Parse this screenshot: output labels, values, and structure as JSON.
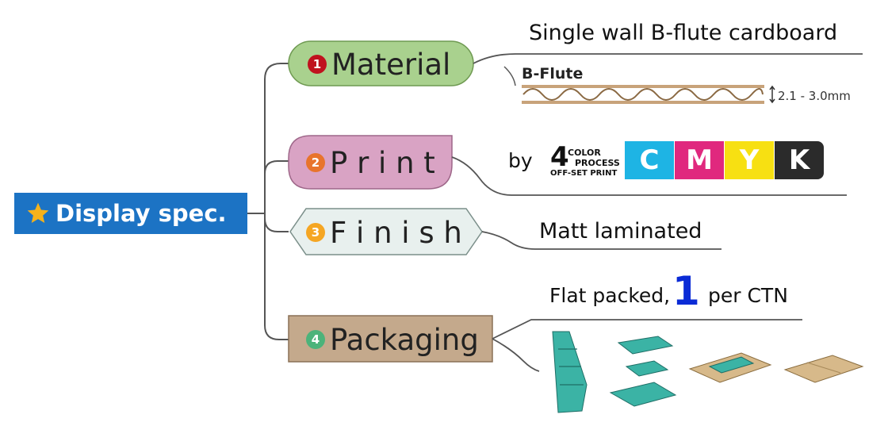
{
  "root": {
    "label": "Display spec.",
    "icon": "star-icon",
    "color": "#1c73c4"
  },
  "branches": [
    {
      "number": "1",
      "label": "Material",
      "number_color": "#c0121e",
      "fill": "#a9d18e",
      "detail": "Single wall B-flute cardboard"
    },
    {
      "number": "2",
      "label": "P r i n t",
      "number_color": "#e8742c",
      "fill": "#d9a3c4"
    },
    {
      "number": "3",
      "label": "F i n i s h",
      "number_color": "#f5a623",
      "fill": "#e8f0ee",
      "detail": "Matt laminated"
    },
    {
      "number": "4",
      "label": "Packaging",
      "number_color": "#4cb37a",
      "fill": "#c4a98c",
      "detail_prefix": "Flat packed,",
      "detail_number": "1",
      "detail_suffix": "per CTN"
    }
  ],
  "flute": {
    "title": "B-Flute",
    "thickness": "2.1 - 3.0mm"
  },
  "print_detail": {
    "by": "by",
    "badge_number": "4",
    "badge_line1": "COLOR",
    "badge_line2": "PROCESS",
    "badge_line3": "OFF-SET PRINT",
    "tiles": [
      {
        "letter": "C",
        "color": "#1eb4e4"
      },
      {
        "letter": "M",
        "color": "#e0287e"
      },
      {
        "letter": "Y",
        "color": "#f7e012"
      },
      {
        "letter": "K",
        "color": "#2b2b2b"
      }
    ]
  }
}
